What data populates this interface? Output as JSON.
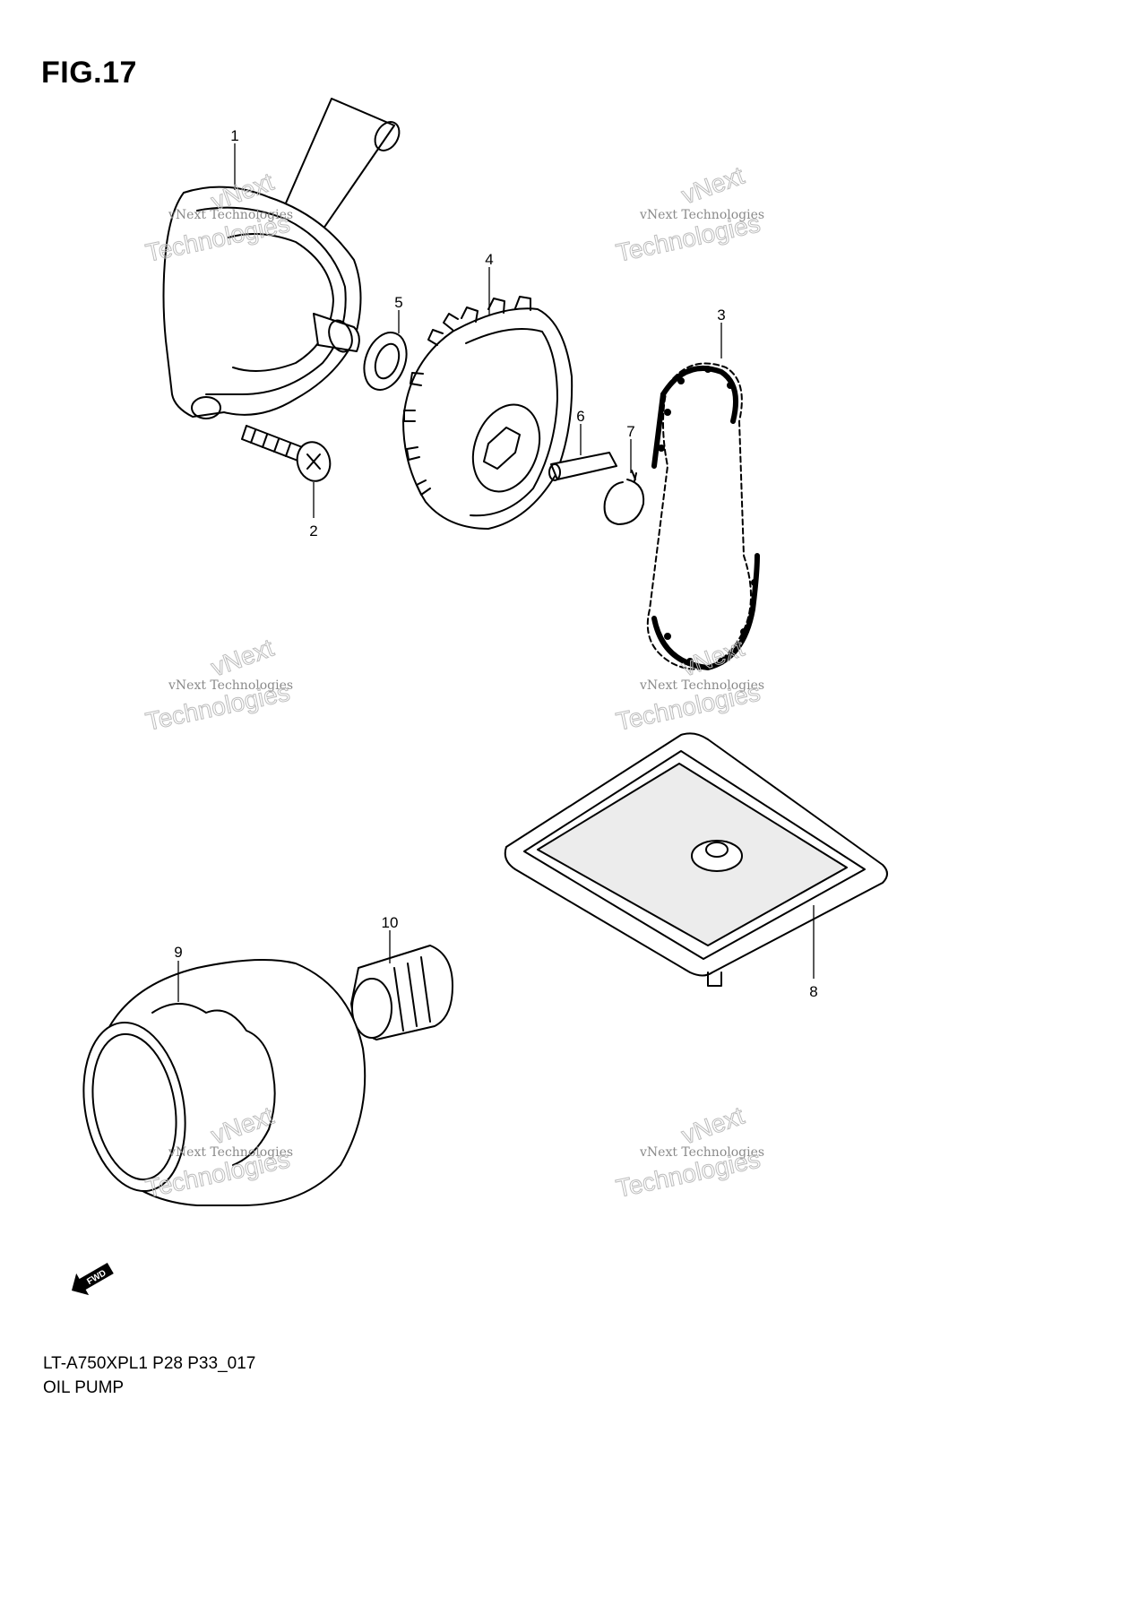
{
  "figure_title": "FIG.17",
  "callouts": {
    "n1": "1",
    "n2": "2",
    "n3": "3",
    "n4": "4",
    "n5": "5",
    "n6": "6",
    "n7": "7",
    "n8": "8",
    "n9": "9",
    "n10": "10"
  },
  "watermark": {
    "small": "vNext Technologies",
    "large": "Technologies",
    "top": "vNext"
  },
  "fwd_label": "FWD",
  "footer": {
    "model_code": "LT-A750XPL1 P28 P33_017",
    "section_name": "OIL PUMP"
  }
}
